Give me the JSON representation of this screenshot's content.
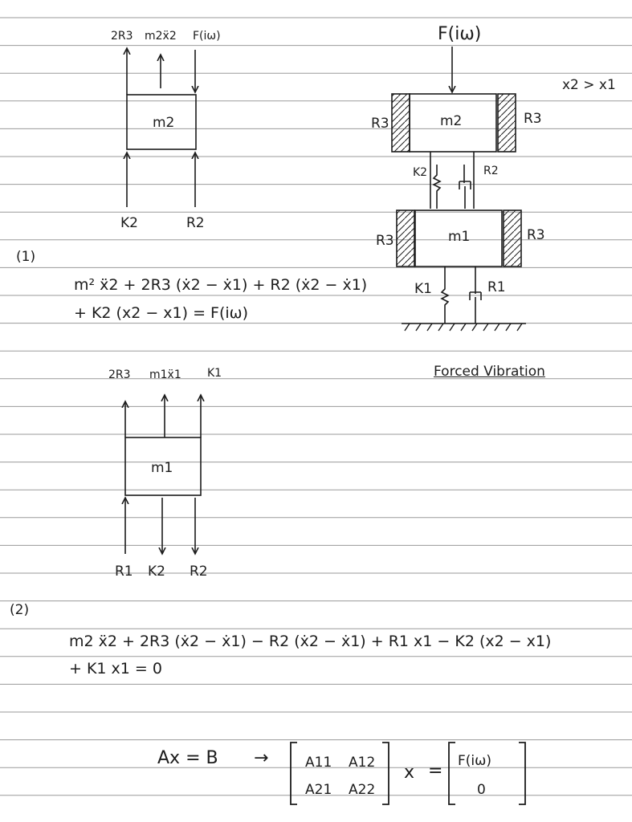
{
  "fbd_m2": {
    "top_labels": [
      "2R3",
      "m2ẍ2",
      "F(iω)"
    ],
    "mass_label": "m2",
    "bottom_labels": [
      "K2",
      "R2"
    ]
  },
  "system_diagram": {
    "force_label": "F(iω)",
    "condition": "x2 > x1",
    "upper_mass": "m2",
    "upper_dampers": [
      "R3",
      "R3"
    ],
    "spring_upper": "K2",
    "damper_upper": "R2",
    "lower_mass": "m1",
    "lower_dampers": [
      "R3",
      "R3"
    ],
    "spring_lower": "K1",
    "damper_lower": "R1"
  },
  "equation_1": {
    "number": "(1)",
    "line1": "m² ẍ2 + 2R3 (ẋ2 − ẋ1) + R2 (ẋ2 − ẋ1)",
    "line2": "+ K2 (x2 − x1) = F(iω)"
  },
  "forced_vibration_title": "Forced Vibration",
  "fbd_m1": {
    "top_labels": [
      "2R3",
      "m1ẍ1",
      "K1"
    ],
    "mass_label": "m1",
    "bottom_labels": [
      "R1",
      "K2",
      "R2"
    ]
  },
  "equation_2": {
    "number": "(2)",
    "line1": "m2 ẍ2 + 2R3 (ẋ2 − ẋ1) − R2 (ẋ2 − ẋ1) + R1 x1 − K2 (x2 − x1)",
    "line2": "+ K1 x1 = 0"
  },
  "matrix_equation": {
    "lhs": "Ax = B",
    "arrow": "→",
    "matrix": [
      [
        "A11",
        "A12"
      ],
      [
        "A21",
        "A22"
      ]
    ],
    "var": "x",
    "equals": "=",
    "rhs": [
      "F(iω)",
      "0"
    ]
  }
}
